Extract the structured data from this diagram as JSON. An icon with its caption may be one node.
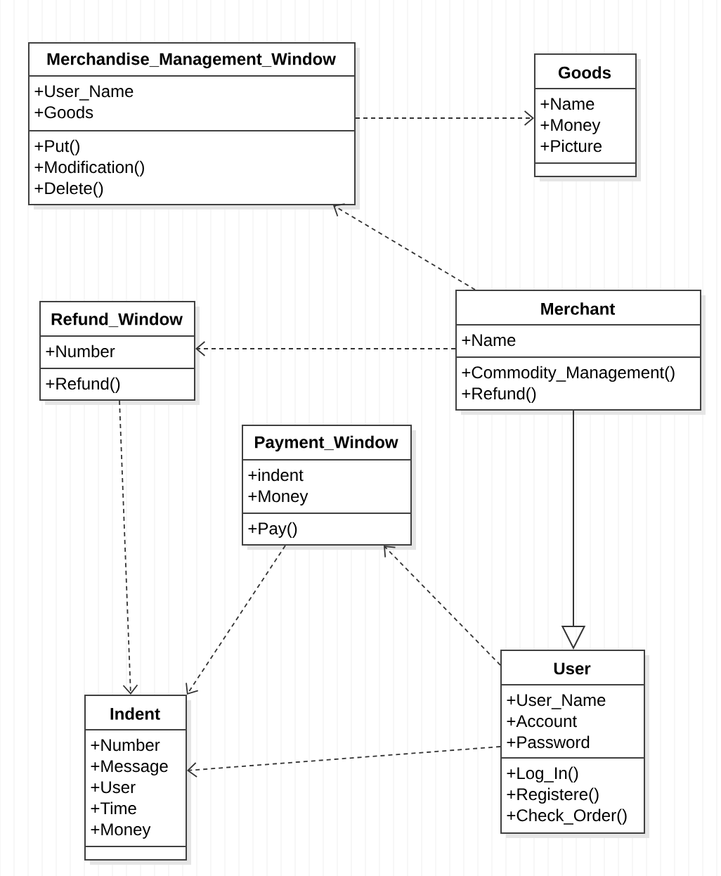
{
  "diagram": {
    "nodes": [
      {
        "text": [
          "Merchandise_Management_Window",
          "+User_Name",
          "+Goods",
          "+Put()",
          "+Modification()",
          "+Delete()"
        ]
      },
      {
        "text": [
          "Goods",
          "+Name",
          "+Money",
          "+Picture"
        ]
      },
      {
        "text": [
          "Refund_Window",
          "+Number",
          "+Refund()"
        ]
      },
      {
        "text": [
          "Merchant",
          "+Name",
          "+Commodity_Management()",
          "+Refund()"
        ]
      },
      {
        "text": [
          "Payment_Window",
          "+indent",
          "+Money",
          "+Pay()"
        ]
      },
      {
        "text": [
          "Indent",
          "+Number",
          "+Message",
          "+User",
          "+Time",
          "+Money"
        ]
      },
      {
        "text": [
          "User",
          "+User_Name",
          "+Account",
          "+Password",
          "+Log_In()",
          "+Registere()",
          "+Check_Order()"
        ]
      }
    ],
    "edges": [
      {
        "from": 0,
        "to": 1,
        "arrow": "to",
        "style": "dashed"
      },
      {
        "from": 3,
        "to": 0,
        "arrow": "to",
        "style": "dashed"
      },
      {
        "from": 3,
        "to": 2,
        "arrow": "to",
        "style": "dashed"
      },
      {
        "from": 2,
        "to": 5,
        "arrow": "to",
        "style": "dashed"
      },
      {
        "from": 4,
        "to": 5,
        "arrow": "to",
        "style": "dashed"
      },
      {
        "from": 6,
        "to": 4,
        "arrow": "to",
        "style": "dashed"
      },
      {
        "from": 6,
        "to": 5,
        "arrow": "to",
        "style": "dashed"
      },
      {
        "from": 3,
        "to": 6,
        "arrow": "to"
      }
    ]
  }
}
